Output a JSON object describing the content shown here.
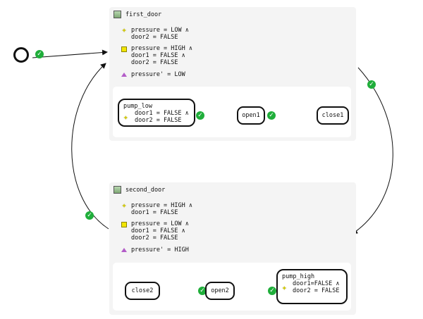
{
  "states": {
    "first_door": {
      "name": "first_door",
      "entry_cond": [
        "pressure = LOW ∧",
        "door2 = FALSE"
      ],
      "inv_cond": [
        "pressure = HIGH ∧",
        "door1 = FALSE ∧",
        "door2 = FALSE"
      ],
      "effect": "pressure' = LOW",
      "region": {
        "pump": {
          "name": "pump_low",
          "lines": [
            "door1 = FALSE ∧",
            "door2 = FALSE"
          ]
        },
        "open": "open1",
        "close": "close1"
      }
    },
    "second_door": {
      "name": "second_door",
      "entry_cond": [
        "pressure = HIGH ∧",
        "door1 = FALSE"
      ],
      "inv_cond": [
        "pressure = LOW ∧",
        "door1 = FALSE ∧",
        "door2 = FALSE"
      ],
      "effect": "pressure' = HIGH",
      "region": {
        "pump": {
          "name": "pump_high",
          "lines": [
            "door1=FALSE ∧",
            "door2 = FALSE"
          ]
        },
        "open": "open2",
        "close": "close2"
      }
    }
  },
  "icons": {
    "check": "✓",
    "star": "✦"
  },
  "colors": {
    "state_bg": "#f4f4f4",
    "check_green": "#1fae3a",
    "star_yellow": "#d6cc00",
    "effect_purple": "#b35cc8"
  }
}
